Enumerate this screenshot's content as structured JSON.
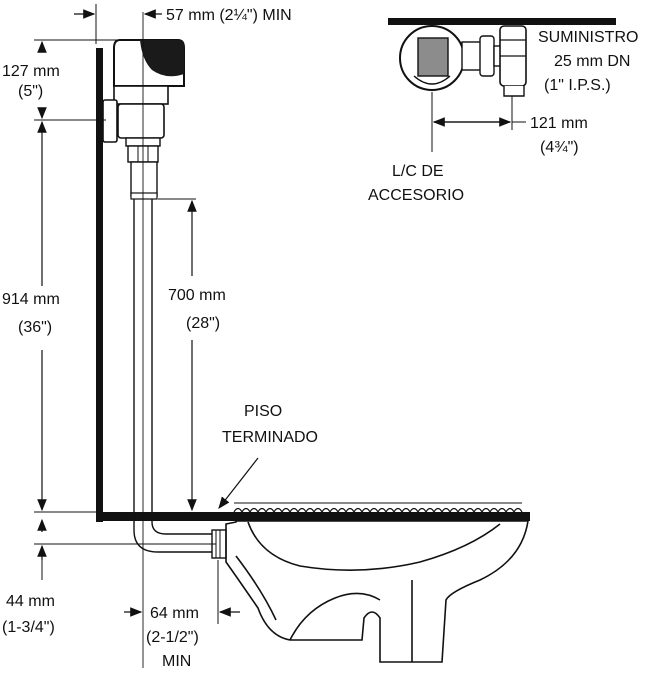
{
  "labels": {
    "dim_top_width": "57 mm (2¼\") MIN",
    "dim_127_a": "127 mm",
    "dim_127_b": "(5\")",
    "dim_914_a": "914 mm",
    "dim_914_b": "(36\")",
    "dim_700_a": "700 mm",
    "dim_700_b": "(28\")",
    "piso_a": "PISO",
    "piso_b": "TERMINADO",
    "dim_44_a": "44 mm",
    "dim_44_b": "(1-3/4\")",
    "dim_64_a": "64 mm",
    "dim_64_b": "(2-1/2\")",
    "dim_64_c": "MIN",
    "suministro_a": "SUMINISTRO",
    "suministro_b": "25 mm DN",
    "suministro_c": "(1\" I.P.S.)",
    "dim_121_a": "121 mm",
    "dim_121_b": "(4¾\")",
    "lc_a": "L/C DE",
    "lc_b": "ACCESORIO"
  },
  "colors": {
    "line": "#111111",
    "valve_body": "#ffffff",
    "sensor_cap": "#1a1a1a",
    "plan_square": "#8c8c8c"
  }
}
